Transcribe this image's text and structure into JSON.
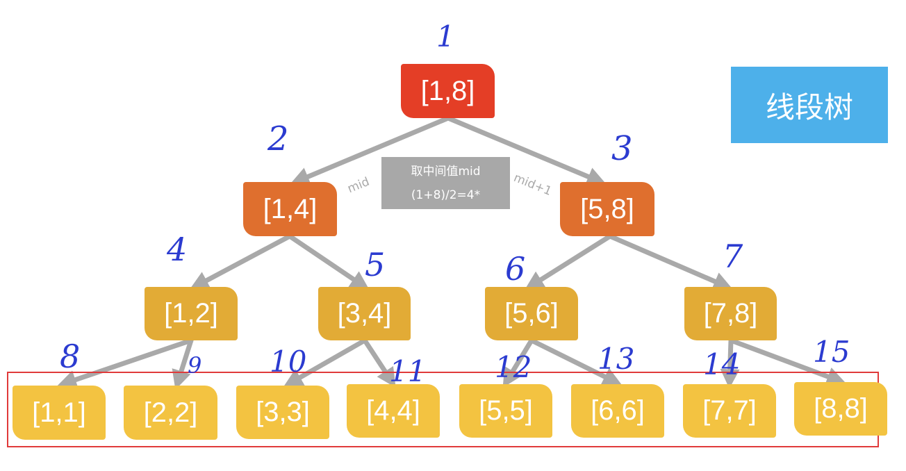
{
  "title": "线段树",
  "mid_box": {
    "line1": "取中间值mid",
    "line2": "(1+8)/2=4*"
  },
  "edge_labels": {
    "left": "mid",
    "right": "mid+1"
  },
  "nodes": [
    {
      "id": 1,
      "label": "[1,8]",
      "index": "1"
    },
    {
      "id": 2,
      "label": "[1,4]",
      "index": "2"
    },
    {
      "id": 3,
      "label": "[5,8]",
      "index": "3"
    },
    {
      "id": 4,
      "label": "[1,2]",
      "index": "4"
    },
    {
      "id": 5,
      "label": "[3,4]",
      "index": "5"
    },
    {
      "id": 6,
      "label": "[5,6]",
      "index": "6"
    },
    {
      "id": 7,
      "label": "[7,8]",
      "index": "7"
    },
    {
      "id": 8,
      "label": "[1,1]",
      "index": "8"
    },
    {
      "id": 9,
      "label": "[2,2]",
      "index": "9"
    },
    {
      "id": 10,
      "label": "[3,3]",
      "index": "10"
    },
    {
      "id": 11,
      "label": "[4,4]",
      "index": "11"
    },
    {
      "id": 12,
      "label": "[5,5]",
      "index": "12"
    },
    {
      "id": 13,
      "label": "[6,6]",
      "index": "13"
    },
    {
      "id": 14,
      "label": "[7,7]",
      "index": "14"
    },
    {
      "id": 15,
      "label": "[8,8]",
      "index": "15"
    }
  ],
  "colors": {
    "root": "#e43e26",
    "level1": "#df6f2e",
    "level2": "#e2ab36",
    "leaf": "#f3c341",
    "edge": "#a9a9a9",
    "title_bg": "#4db0ea",
    "frame": "#e03a3a",
    "handwriting": "#2b3bd0"
  }
}
